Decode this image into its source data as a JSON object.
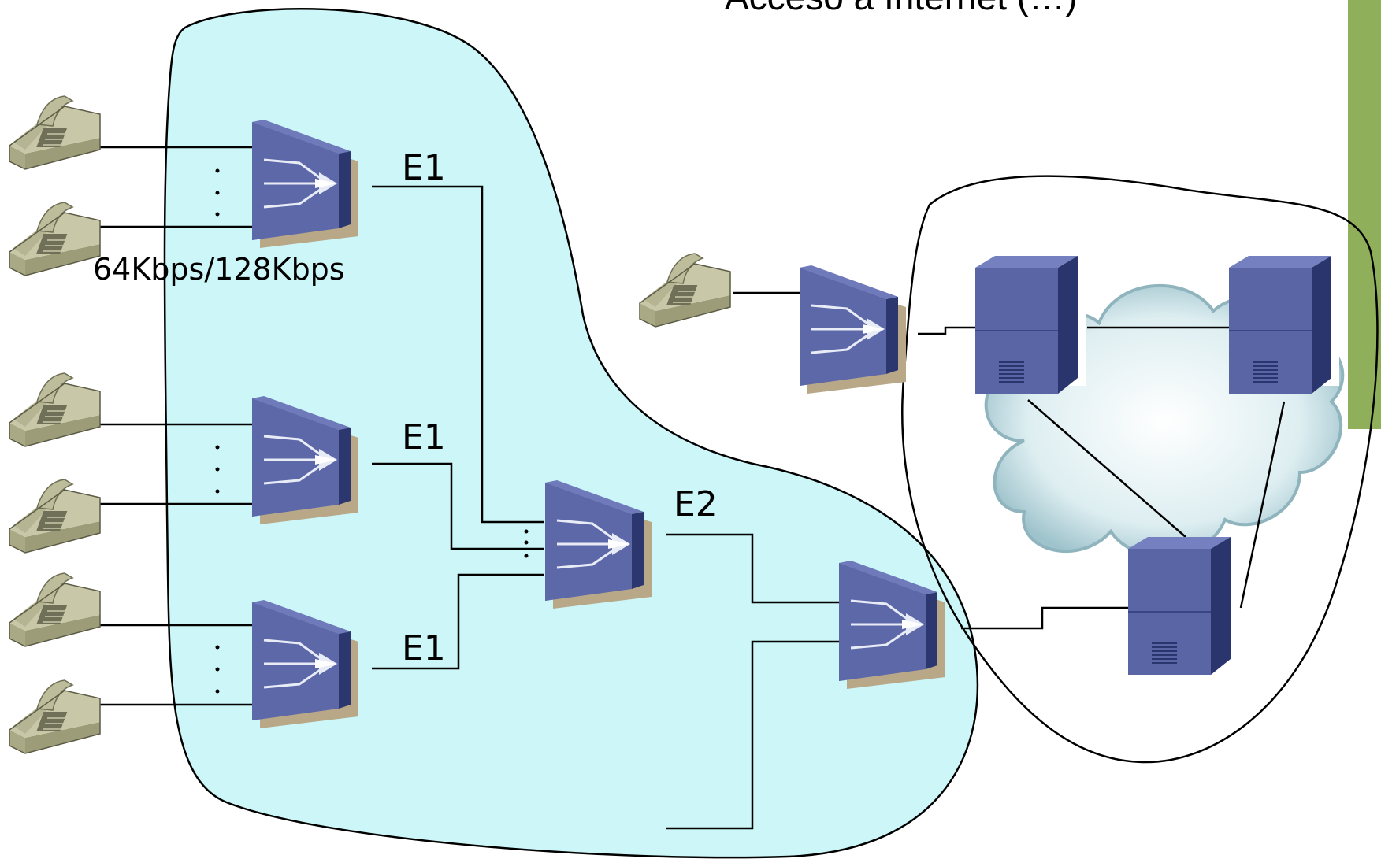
{
  "slide": {
    "title": "Acceso a Internet (…)",
    "accent_color": "#8FAF5A",
    "telco_cloud_color": "#CCF6F8",
    "internet_cloud_color": "#D9ECEF"
  },
  "labels": {
    "link_top": "E1",
    "link_mid": "E1",
    "link_bot": "E1",
    "link_aggr": "E2",
    "access_rate": "64Kbps/128Kbps"
  },
  "icons": {
    "phone": "telephone-icon",
    "mux": "multiplexer-icon",
    "server": "server-icon",
    "cloud": "internet-cloud-icon"
  }
}
